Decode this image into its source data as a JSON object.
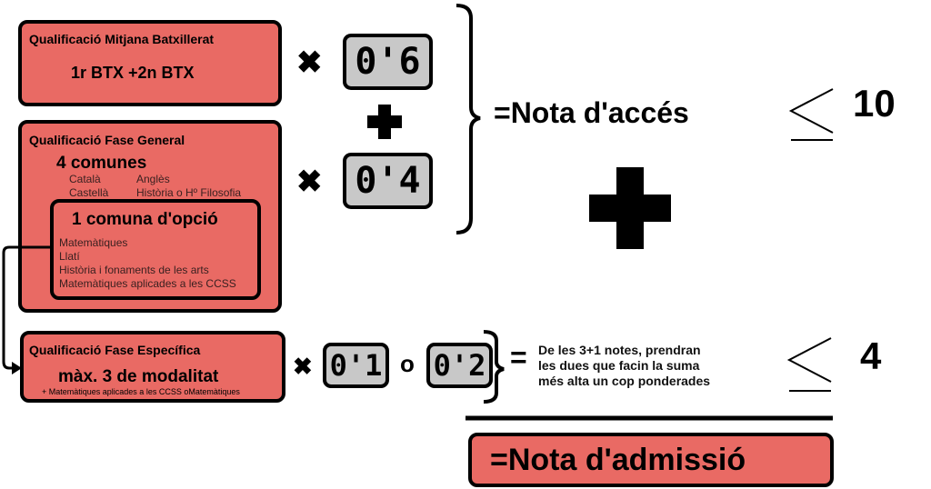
{
  "batxillerat": {
    "title": "Qualificació Mitjana Batxillerat",
    "content": "1r BTX +2n BTX",
    "factor": "0'6"
  },
  "fase_general": {
    "title": "Qualificació Fase General",
    "comunes_title": "4 comunes",
    "comunes": [
      "Català",
      "Anglès",
      "Castellà",
      "Història o Hº Filosofia"
    ],
    "opcio_title": "1 comuna d'opció",
    "opcio_items": [
      "Matemàtiques",
      "Llatí",
      "Història i fonaments de les arts",
      "Matemàtiques aplicades a les CCSS"
    ],
    "factor": "0'4"
  },
  "fase_especifica": {
    "title": "Qualificació Fase Específica",
    "content": "màx. 3 de modalitat",
    "note": "+ Matemàtiques aplicades a les CCSS oMatemàtiques",
    "factor_a": "0'1",
    "or": "o",
    "factor_b": "0'2",
    "equals": "=",
    "explanation": [
      "De les 3+1 notes, prendran",
      "les dues que facin la suma",
      "més alta un cop ponderades"
    ],
    "max": "4"
  },
  "nota_acces": {
    "label": "=Nota d'accés",
    "max": "10"
  },
  "nota_admissio": {
    "label": "=Nota d'admissió"
  },
  "colors": {
    "box": "#e96a64",
    "factor_box": "#c8c8c8"
  }
}
